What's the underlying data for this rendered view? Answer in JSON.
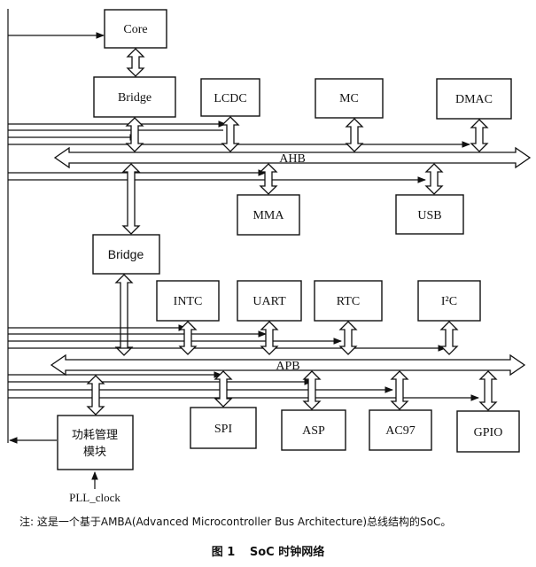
{
  "blocks": {
    "core": "Core",
    "bridge_top": "Bridge",
    "lcdc": "LCDC",
    "mc": "MC",
    "dmac": "DMAC",
    "mma": "MMA",
    "usb": "USB",
    "bridge_mid": "Bridge",
    "intc": "INTC",
    "uart": "UART",
    "rtc": "RTC",
    "i2c": "I²C",
    "spi": "SPI",
    "asp": "ASP",
    "ac97": "AC97",
    "gpio": "GPIO",
    "power_mgmt_line1": "功耗管理",
    "power_mgmt_line2": "模块"
  },
  "buses": {
    "ahb": "AHB",
    "apb": "APB"
  },
  "signals": {
    "pll_clock": "PLL_clock"
  },
  "note": "注: 这是一个基于AMBA(Advanced Microcontroller Bus Architecture)总线结构的SoC。",
  "figure": {
    "number": "图 1",
    "title": "SoC 时钟网络"
  }
}
